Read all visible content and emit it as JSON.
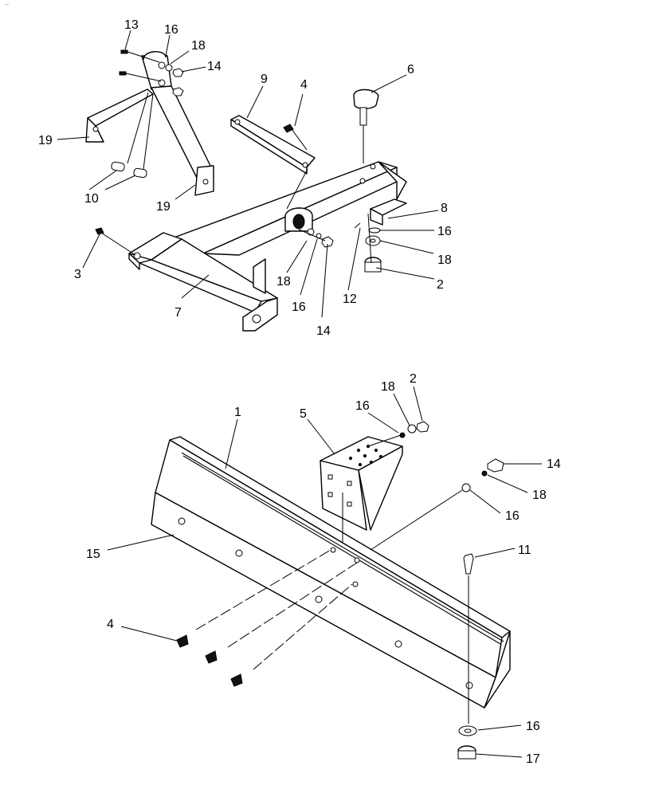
{
  "corner_mark": "–",
  "callouts": {
    "c13": "13",
    "c16a": "16",
    "c18a": "18",
    "c14a": "14",
    "c19a": "19",
    "c10": "10",
    "c19b": "19",
    "c9": "9",
    "c4a": "4",
    "c6": "6",
    "c8": "8",
    "c16b": "16",
    "c18b": "18",
    "c2a": "2",
    "c12": "12",
    "c3": "3",
    "c7": "7",
    "c18c": "18",
    "c16c": "16",
    "c14b": "14",
    "c1": "1",
    "c5": "5",
    "c16d": "16",
    "c18d": "18",
    "c2b": "2",
    "c14c": "14",
    "c18e": "18",
    "c16e": "16",
    "c15": "15",
    "c11": "11",
    "c4b": "4",
    "c16f": "16",
    "c17": "17"
  }
}
